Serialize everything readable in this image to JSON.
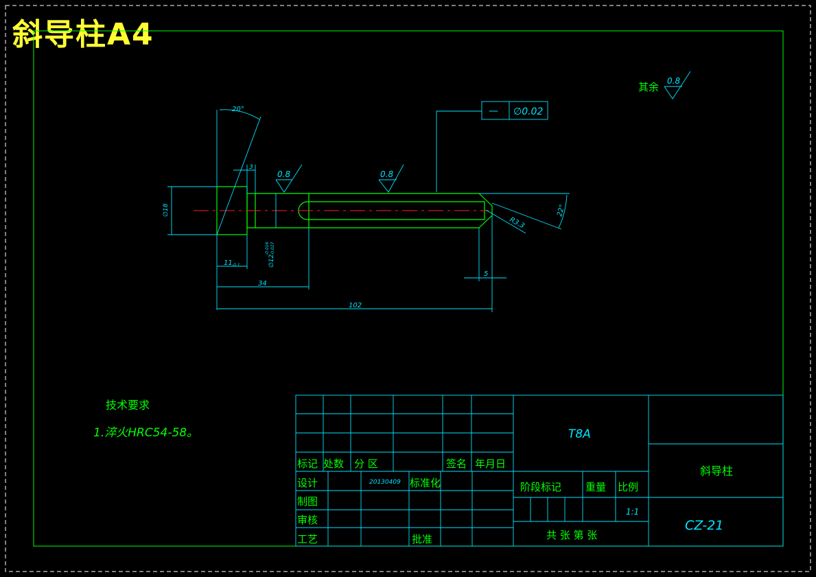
{
  "title": "斜导柱A4",
  "roughness": {
    "other_prefix": "其余",
    "other_value": "0.8",
    "value1": "0.8",
    "value2": "0.8"
  },
  "tolerance": {
    "symbol": "—",
    "value": "∅0.02"
  },
  "dims": {
    "angle20": "20°",
    "d3": "3",
    "dia18": "∅18",
    "dia12": "∅12",
    "dia12_upper": "-0.016",
    "dia12_lower": "-0.027",
    "dim11": "11",
    "dim11_tol": "-0.1",
    "dim34": "34",
    "dim102": "102",
    "dim5": "5",
    "r": "R3.3",
    "angle22": "22°"
  },
  "notes": {
    "heading": "技术要求",
    "item1": "1.淬火HRC54-58。"
  },
  "title_block": {
    "material": "T8A",
    "part_name": "斜导柱",
    "drawing_no": "CZ-21",
    "label_mark": "标记",
    "label_count": "处数",
    "label_zone": "分 区",
    "label_sign": "签名",
    "label_date": "年月日",
    "label_design": "设计",
    "design_date": "20130409",
    "label_std": "标准化",
    "label_draw": "制图",
    "label_check": "审核",
    "label_process": "工艺",
    "label_approve": "批准",
    "label_stage": "阶段标记",
    "label_weight": "重量",
    "label_scale": "比例",
    "scale": "1:1",
    "sheets": "共  张 第  张"
  }
}
